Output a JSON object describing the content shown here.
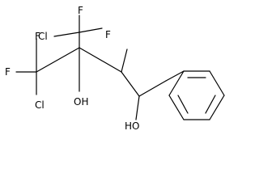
{
  "molecule": {
    "atoms": {
      "f_top_left": "F",
      "f_top_right": "F",
      "f_right": "F",
      "cl_upper": "Cl",
      "f_left": "F",
      "cl_lower": "Cl",
      "oh_center": "OH",
      "ho_bottom": "HO"
    }
  },
  "colors": {
    "bond": "#000000",
    "text": "#000000",
    "background": "#ffffff"
  }
}
